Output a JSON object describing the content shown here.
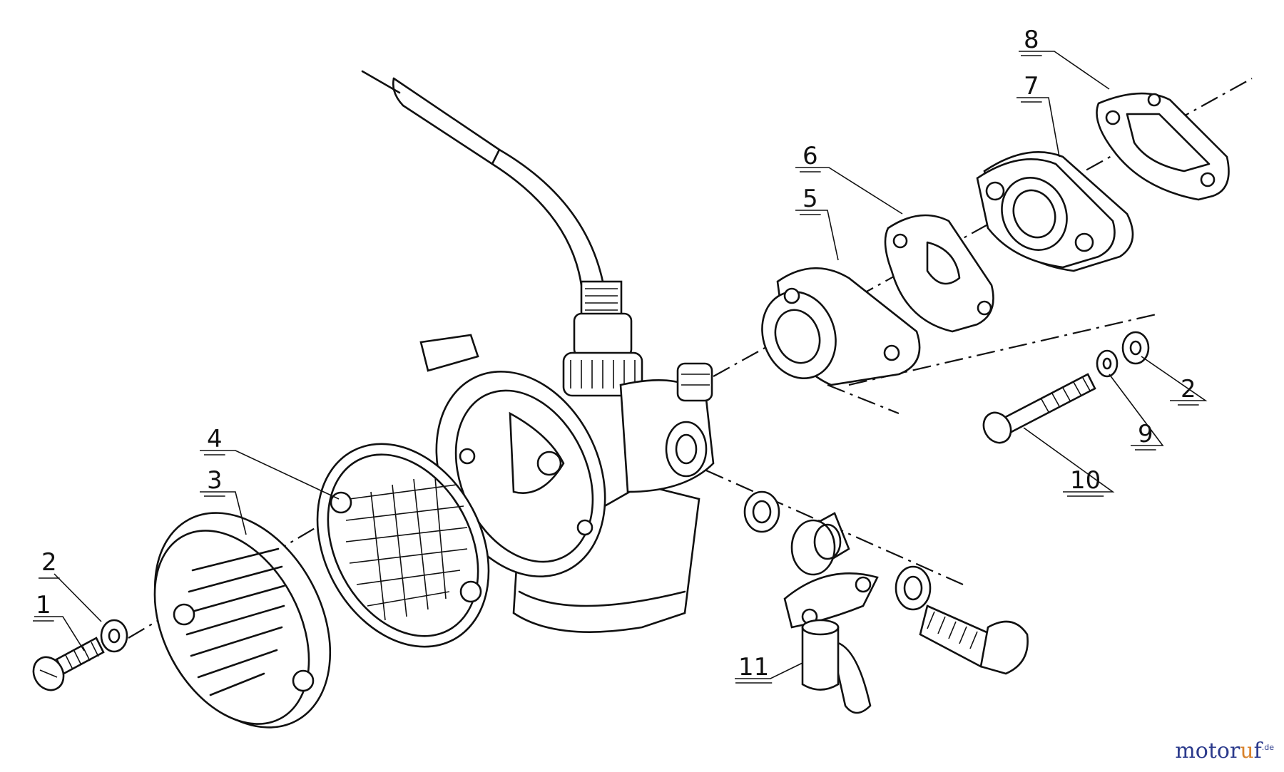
{
  "callouts": [
    "1",
    "2",
    "3",
    "4",
    "5",
    "6",
    "7",
    "8",
    "2",
    "9",
    "10",
    "11"
  ],
  "watermark": {
    "main": "motoruf",
    "suffix": ".de"
  }
}
